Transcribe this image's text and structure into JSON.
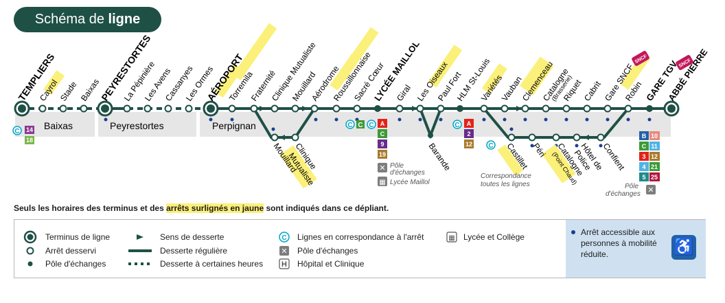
{
  "header": {
    "title_prefix": "Schéma de",
    "title_bold": "ligne"
  },
  "colors": {
    "line": "#1e5046",
    "highlight": "#fbf07a",
    "zone": "#e6e6e6",
    "stop_dot": "#1a3f8f",
    "corr": "#00a5c8",
    "sncf": "#c3175a"
  },
  "zones": [
    "Baixas",
    "Peyrestortes",
    "Perpignan"
  ],
  "stops": {
    "s1": "TEMPLIERS",
    "s2": "Cayrol",
    "s3": "Stade",
    "s4": "Baixas",
    "s5": "PEYRESTORTES",
    "s6": "La Pépinière",
    "s7": "Les Avens",
    "s8": "Cassanyes",
    "s9": "Les Ormes",
    "s10": "AÉROPORT",
    "s11": "Torremila",
    "s12": "Fraternité",
    "s13": "Clinique Mutualiste",
    "s14": "Mouillard",
    "s15": "Aérodrome",
    "s16": "Roussillonnaise",
    "s17": "Sacré Cœur",
    "s18": "LYCÉE MAILLOL",
    "s19": "Giral",
    "s20": "Les Oiseaux",
    "s21": "Paul Fort",
    "s22": "HLM St-Louis",
    "s23": "Variétés",
    "s24": "Vauban",
    "s25": "Clemenceau",
    "s26": "Catalogne",
    "s26b": "(Brasserie)",
    "s27": "Riquet",
    "s28": "Cabrit",
    "s29": "Gare SNCF",
    "s30": "Robin",
    "s31": "GARE TGV",
    "s32": "ABBÉ PIERRE",
    "b1": "Mouillard",
    "b2": "Clinique",
    "b2b": "Mutualiste",
    "b3": "Barande",
    "b4": "Castillet",
    "b5": "Péri",
    "b6": "Catalogne",
    "b6b": "(Point Chaud)",
    "b7": "Hôtel de",
    "b7b": "Police",
    "b8": "Confient"
  },
  "badges": {
    "templiers": [
      "14",
      "18"
    ],
    "maillol": [
      "A",
      "C",
      "9",
      "19"
    ],
    "stlouis": [
      "A",
      "2",
      "12"
    ],
    "tgv": [
      [
        "B",
        "10"
      ],
      [
        "C",
        "11"
      ],
      [
        "3",
        "12"
      ],
      [
        "4",
        "21"
      ],
      [
        "5",
        "25"
      ]
    ],
    "corr_c": "C",
    "sncf": "SNCF",
    "c_letter": "C"
  },
  "notes": {
    "pole1": "Pôle",
    "pole2": "d'échanges",
    "lycee": "Lycée Maillol",
    "corr1": "Correspondance",
    "corr2": "toutes les lignes",
    "tgvpole1": "Pôle",
    "tgvpole2": "d'échanges"
  },
  "footnote": {
    "before": "Seuls les horaires des terminus et des ",
    "highlight": "arrêts surlignés en jaune",
    "after": " sont indiqués dans ce dépliant."
  },
  "legend": {
    "terminus": "Terminus de ligne",
    "served": "Arrêt desservi",
    "pole": "Pôle d'échanges",
    "direction": "Sens de desserte",
    "regular": "Desserte régulière",
    "certain": "Desserte à certaines heures",
    "corr": "Lignes en correspondance à l'arrêt",
    "pole_icon": "Pôle d'échanges",
    "hospital": "Hôpital et Clinique",
    "school": "Lycée et Collège",
    "access": "Arrêt accessible aux personnes à mobilité réduite.",
    "corr_sym": "C",
    "hosp_sym": "H"
  }
}
